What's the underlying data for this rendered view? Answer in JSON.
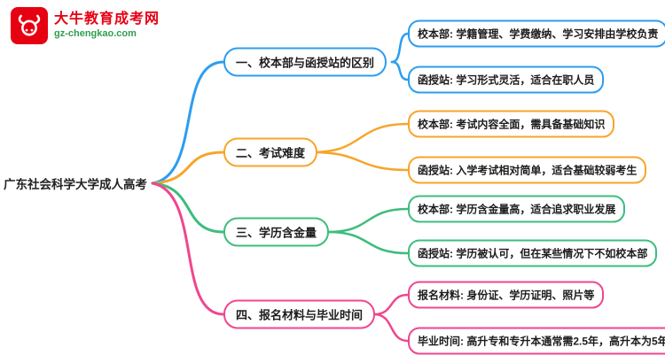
{
  "logo": {
    "title": "大牛教育成考网",
    "domain": "gz-chengkao.com",
    "colors": {
      "brand_red": "#e60012",
      "brand_green": "#2e9e4f"
    }
  },
  "root": {
    "label": "广东社会科学大学成人高考"
  },
  "branches": [
    {
      "label": "一、校本部与函授站的区别",
      "color": "#2b9df1",
      "leaves": [
        "校本部: 学籍管理、学费缴纳、学习安排由学校负责",
        "函授站: 学习形式灵活，适合在职人员"
      ]
    },
    {
      "label": "二、考试难度",
      "color": "#f7a52b",
      "leaves": [
        "校本部: 考试内容全面，需具备基础知识",
        "函授站: 入学考试相对简单，适合基础较弱考生"
      ]
    },
    {
      "label": "三、学历含金量",
      "color": "#3dbd7d",
      "leaves": [
        "校本部: 学历含金量高，适合追求职业发展",
        "函授站: 学历被认可，但在某些情况下不如校本部"
      ]
    },
    {
      "label": "四、报名材料与毕业时间",
      "color": "#f0468e",
      "leaves": [
        "报名材料: 身份证、学历证明、照片等",
        "毕业时间: 高升专和专升本通常需2.5年，高升本为5年"
      ]
    }
  ]
}
